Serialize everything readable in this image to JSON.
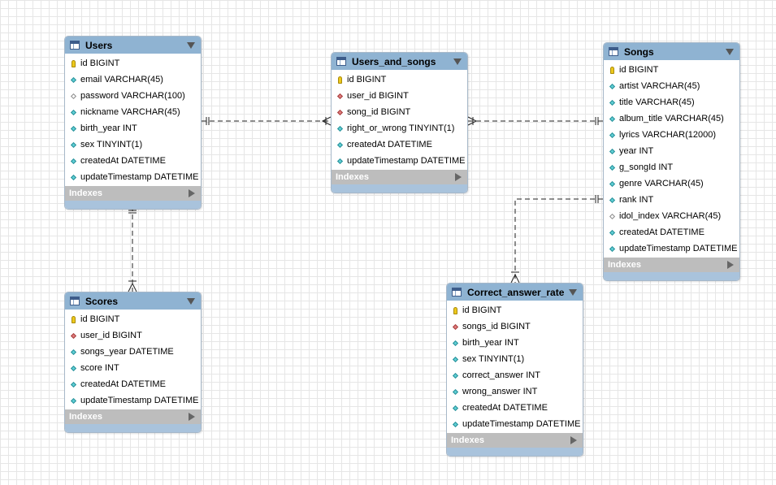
{
  "diagram": {
    "indexes_label": "Indexes",
    "colors": {
      "header": "#8fb3d2",
      "indexes_bar": "#bdbdbd",
      "primary_key": "#ecc81c",
      "foreign_key": "#e07d7d",
      "not_null": "#5fcfd5"
    },
    "tables": [
      {
        "id": "users",
        "name": "Users",
        "columns": [
          {
            "text": "id BIGINT",
            "icon": "primary-key"
          },
          {
            "text": "email VARCHAR(45)",
            "icon": "not-null"
          },
          {
            "text": "password VARCHAR(100)",
            "icon": "nullable"
          },
          {
            "text": "nickname VARCHAR(45)",
            "icon": "not-null"
          },
          {
            "text": "birth_year INT",
            "icon": "not-null"
          },
          {
            "text": "sex TINYINT(1)",
            "icon": "not-null"
          },
          {
            "text": "createdAt DATETIME",
            "icon": "not-null"
          },
          {
            "text": "updateTimestamp DATETIME",
            "icon": "not-null"
          }
        ]
      },
      {
        "id": "users-and-songs",
        "name": "Users_and_songs",
        "columns": [
          {
            "text": "id BIGINT",
            "icon": "primary-key"
          },
          {
            "text": "user_id BIGINT",
            "icon": "foreign-key"
          },
          {
            "text": "song_id BIGINT",
            "icon": "foreign-key"
          },
          {
            "text": "right_or_wrong TINYINT(1)",
            "icon": "not-null"
          },
          {
            "text": "createdAt DATETIME",
            "icon": "not-null"
          },
          {
            "text": "updateTimestamp DATETIME",
            "icon": "not-null"
          }
        ]
      },
      {
        "id": "songs",
        "name": "Songs",
        "columns": [
          {
            "text": "id BIGINT",
            "icon": "primary-key"
          },
          {
            "text": "artist VARCHAR(45)",
            "icon": "not-null"
          },
          {
            "text": "title VARCHAR(45)",
            "icon": "not-null"
          },
          {
            "text": "album_title VARCHAR(45)",
            "icon": "not-null"
          },
          {
            "text": "lyrics VARCHAR(12000)",
            "icon": "not-null"
          },
          {
            "text": "year INT",
            "icon": "not-null"
          },
          {
            "text": "g_songId INT",
            "icon": "not-null"
          },
          {
            "text": "genre VARCHAR(45)",
            "icon": "not-null"
          },
          {
            "text": "rank INT",
            "icon": "not-null"
          },
          {
            "text": "idol_index VARCHAR(45)",
            "icon": "nullable"
          },
          {
            "text": "createdAt DATETIME",
            "icon": "not-null"
          },
          {
            "text": "updateTimestamp DATETIME",
            "icon": "not-null"
          }
        ]
      },
      {
        "id": "scores",
        "name": "Scores",
        "columns": [
          {
            "text": "id BIGINT",
            "icon": "primary-key"
          },
          {
            "text": "user_id BIGINT",
            "icon": "foreign-key"
          },
          {
            "text": "songs_year DATETIME",
            "icon": "not-null"
          },
          {
            "text": "score INT",
            "icon": "not-null"
          },
          {
            "text": "createdAt DATETIME",
            "icon": "not-null"
          },
          {
            "text": "updateTimestamp DATETIME",
            "icon": "not-null"
          }
        ]
      },
      {
        "id": "correct-answer-rate",
        "name": "Correct_answer_rate",
        "columns": [
          {
            "text": "id BIGINT",
            "icon": "primary-key"
          },
          {
            "text": "songs_id BIGINT",
            "icon": "foreign-key"
          },
          {
            "text": "birth_year INT",
            "icon": "not-null"
          },
          {
            "text": "sex TINYINT(1)",
            "icon": "not-null"
          },
          {
            "text": "correct_answer INT",
            "icon": "not-null"
          },
          {
            "text": "wrong_answer INT",
            "icon": "not-null"
          },
          {
            "text": "createdAt DATETIME",
            "icon": "not-null"
          },
          {
            "text": "updateTimestamp DATETIME",
            "icon": "not-null"
          }
        ]
      }
    ],
    "relationships": [
      {
        "from": "users",
        "to": "users-and-songs",
        "cardinality": "one-to-many"
      },
      {
        "from": "songs",
        "to": "users-and-songs",
        "cardinality": "one-to-many"
      },
      {
        "from": "users",
        "to": "scores",
        "cardinality": "one-to-many"
      },
      {
        "from": "songs",
        "to": "correct-answer-rate",
        "cardinality": "one-to-many"
      }
    ]
  }
}
